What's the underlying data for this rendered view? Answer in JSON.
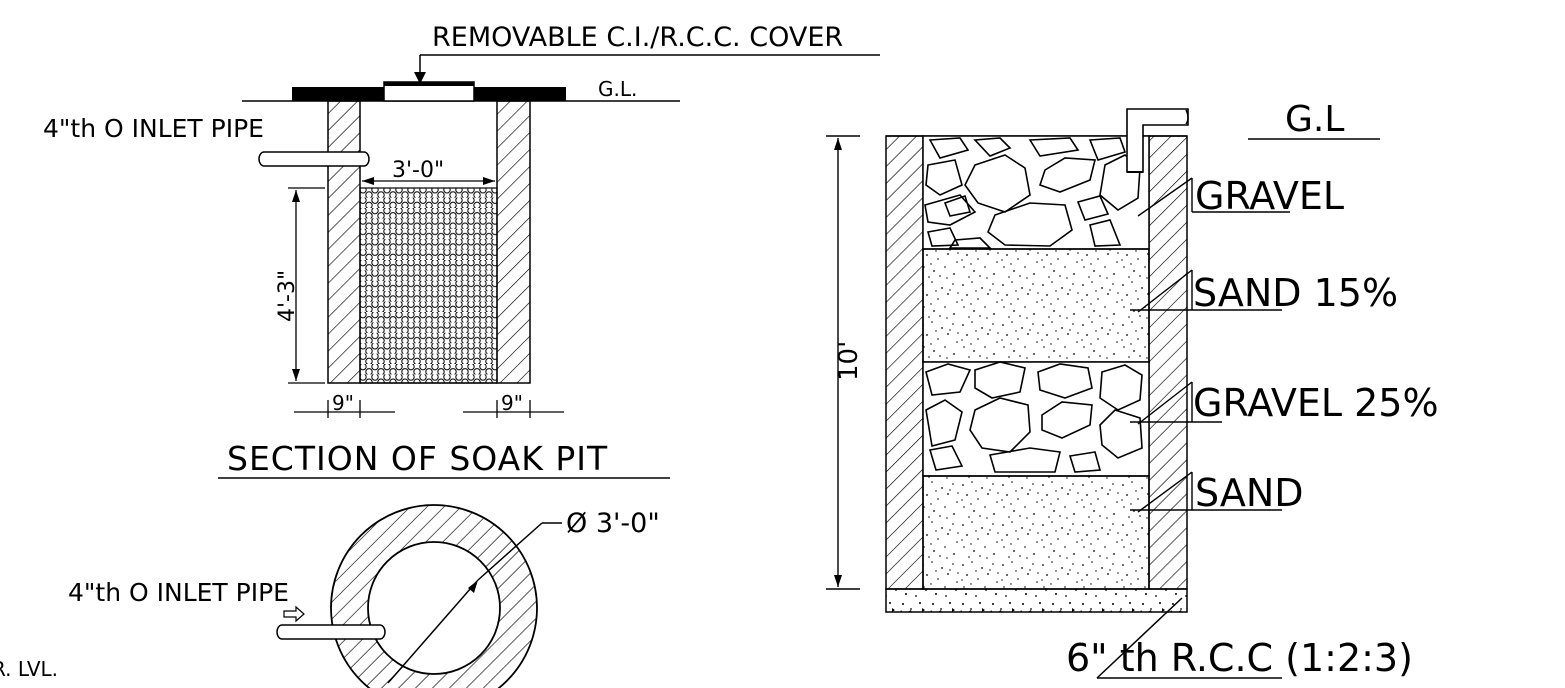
{
  "soak_pit_section": {
    "title": "SECTION OF SOAK PIT",
    "cover_label": "REMOVABLE C.I./R.C.C. COVER",
    "ground_level": "G.L.",
    "inlet_pipe_label": "4\"th O INLET PIPE",
    "inner_width": "3'-0\"",
    "fill_depth": "4'-3\"",
    "wall_left": "9\"",
    "wall_right": "9\""
  },
  "soak_pit_plan": {
    "inlet_pipe_label": "4\"th O INLET PIPE",
    "diameter": "Ø 3'-0\"",
    "level_note": "R. LVL."
  },
  "filter_section": {
    "ground_level": "G.L",
    "total_depth": "10'",
    "layers": [
      {
        "label": "GRAVEL"
      },
      {
        "label": "SAND 15%"
      },
      {
        "label": "GRAVEL 25%"
      },
      {
        "label": "SAND"
      }
    ],
    "base_label": "6\" th R.C.C (1:2:3)"
  }
}
